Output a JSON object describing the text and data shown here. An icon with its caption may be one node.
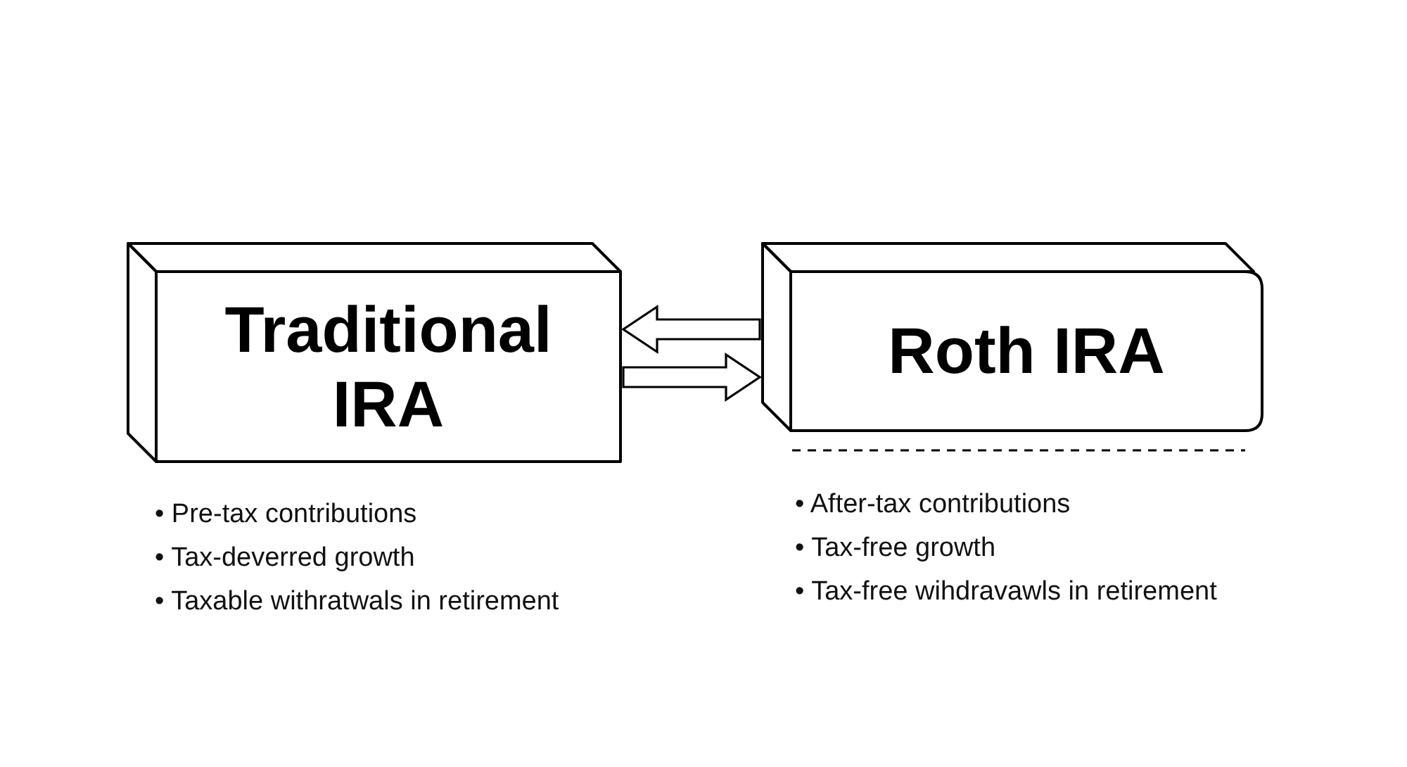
{
  "diagram": {
    "nodes": [
      {
        "text": [
          "Traditional IRA"
        ],
        "beside": [
          "• Pre-tax contributions",
          "• Tax-deverred growth",
          "• Taxable withratwals in retirement"
        ]
      },
      {
        "text": [
          "Roth IRA"
        ],
        "beside": [
          "• After-tax contributions",
          "• Tax-free growth",
          "• Tax-free wihdravawls in retirement"
        ]
      }
    ],
    "edges": [
      {
        "from": 1,
        "to": 0,
        "arrow": "to"
      },
      {
        "from": 0,
        "to": 1,
        "arrow": "to"
      }
    ]
  }
}
